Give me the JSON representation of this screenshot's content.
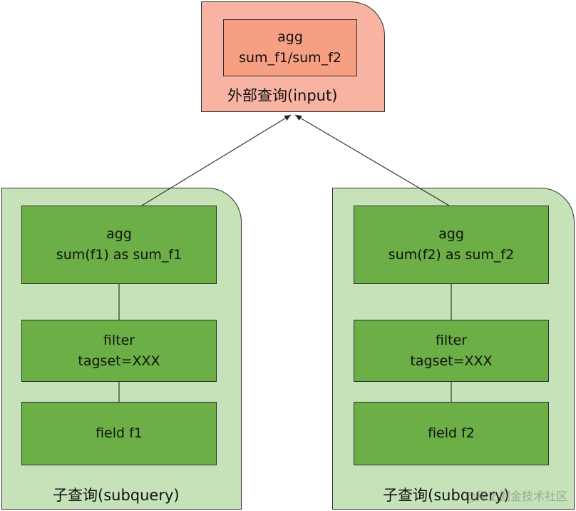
{
  "outer_query": {
    "caption": "外部查询(input)",
    "node": {
      "line1": "agg",
      "line2": "sum_f1/sum_f2"
    }
  },
  "subqueries": [
    {
      "caption": "子查询(subquery)",
      "agg": {
        "line1": "agg",
        "line2": "sum(f1) as sum_f1"
      },
      "filter": {
        "line1": "filter",
        "line2": "tagset=XXX"
      },
      "field": {
        "line1": "field f1"
      }
    },
    {
      "caption": "子查询(subquery)",
      "agg": {
        "line1": "agg",
        "line2": "sum(f2) as sum_f2"
      },
      "filter": {
        "line1": "filter",
        "line2": "tagset=XXX"
      },
      "field": {
        "line1": "field f2"
      }
    }
  ],
  "watermark": "@稀土掘金技术社区",
  "colors": {
    "outer_fill": "#f8b3a3",
    "outer_node_fill": "#f79f82",
    "sub_fill": "#c5e2b8",
    "sub_node_fill": "#6caf46",
    "stroke": "#2f2f2f"
  }
}
